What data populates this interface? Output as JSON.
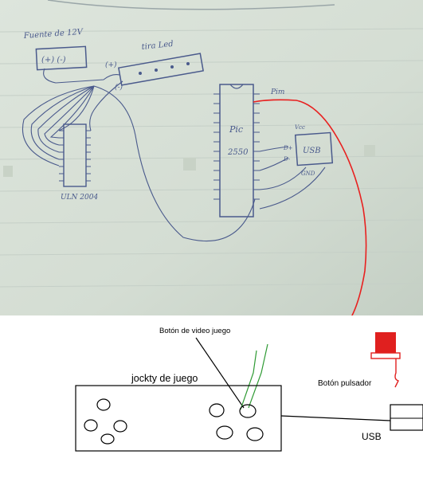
{
  "sketch": {
    "supply_label": "Fuente de 12V",
    "supply_pins": "(+) (-)",
    "strip_label": "tira Led",
    "plus": "(+)",
    "minus": "(-)",
    "driver_label": "ULN 2004",
    "pic_label": "Pic",
    "pic_model": "2550",
    "pin_label": "Pim",
    "usb_label": "USB",
    "vcc_label": "Vcc",
    "d_plus": "D+",
    "d_minus": "D-",
    "gnd_label": "GND"
  },
  "diagram": {
    "joystick_label": "jockty de juego",
    "game_button_label": "Botón de video juego",
    "push_button_label": "Botón pulsador",
    "usb_label": "USB"
  },
  "colors": {
    "paper": "#d7e0d6",
    "ink": "#4a5a8c",
    "red_wire": "#e8201f",
    "green_wire": "#2e9a33",
    "push_button": "#e0201f"
  }
}
